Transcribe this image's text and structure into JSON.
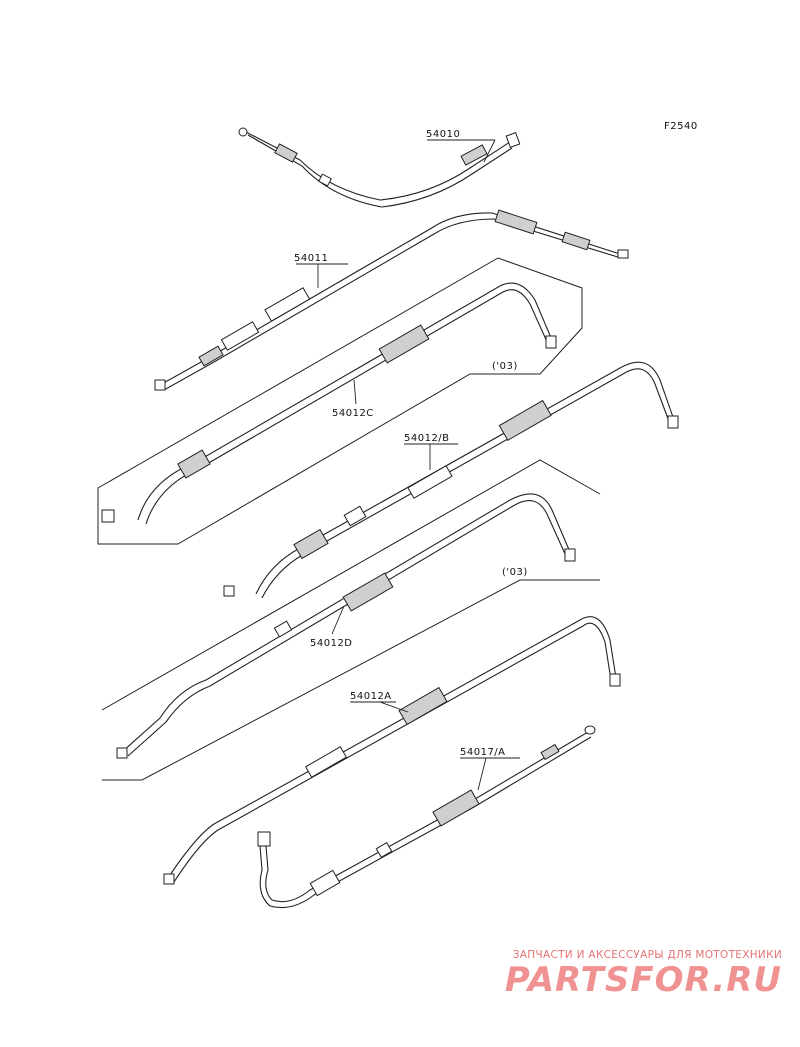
{
  "figure_code": "F2540",
  "parts": [
    {
      "id": "p54010",
      "label": "54010"
    },
    {
      "id": "p54011",
      "label": "54011"
    },
    {
      "id": "p54012C",
      "label": "54012C"
    },
    {
      "id": "p54012B",
      "label": "54012/B"
    },
    {
      "id": "p54012D",
      "label": "54012D"
    },
    {
      "id": "p54012A",
      "label": "54012A"
    },
    {
      "id": "p54017A",
      "label": "54017/A"
    }
  ],
  "year_notes": [
    "('03)",
    "('03)"
  ],
  "watermark": {
    "tagline": "ЗАПЧАСТИ И АКСЕССУАРЫ ДЛЯ МОТОТЕХНИКИ",
    "brand": "PARTSFOR.RU"
  }
}
